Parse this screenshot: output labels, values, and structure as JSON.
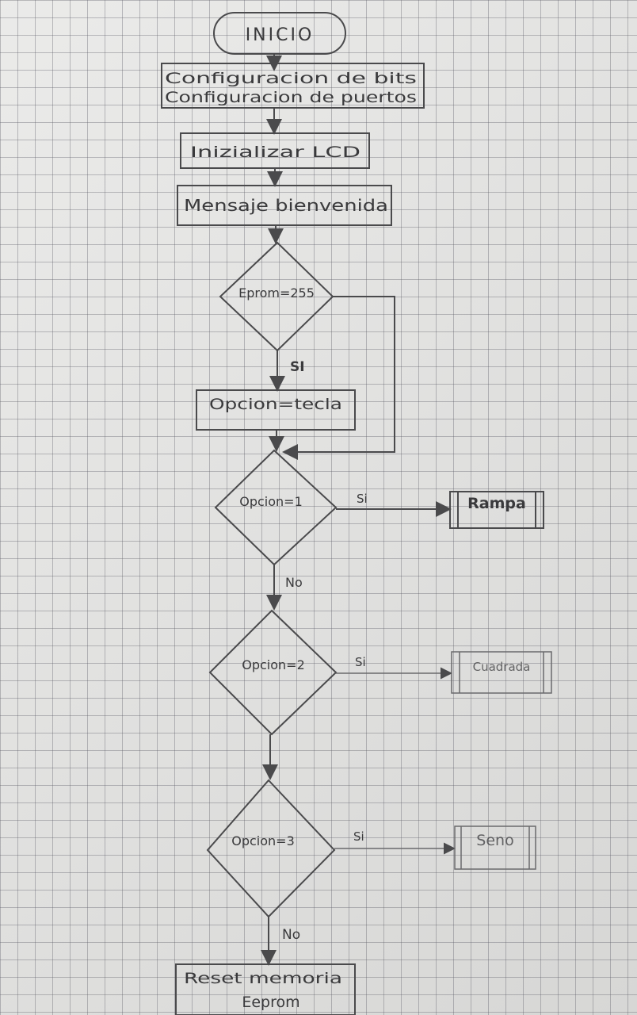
{
  "diagram": {
    "start": "INICIO",
    "config": [
      "Configuracion de bits",
      "Configuracion de puertos"
    ],
    "init_lcd": "Inizializar LCD",
    "welcome": "Mensaje bienvenida",
    "eeprom_check": "Eprom=255",
    "eeprom_yes": "SI",
    "read_key": "Opcion=tecla",
    "decision_1": "Opcion=1",
    "decision_1_yes": "Si",
    "decision_1_no": "No",
    "action_1": "Rampa",
    "decision_2": "Opcion=2",
    "decision_2_yes": "Si",
    "action_2": "Cuadrada",
    "decision_3": "Opcion=3",
    "decision_3_yes": "Si",
    "decision_3_no": "No",
    "action_3": "Seno",
    "reset": [
      "Reset memoria",
      "Eeprom"
    ]
  }
}
